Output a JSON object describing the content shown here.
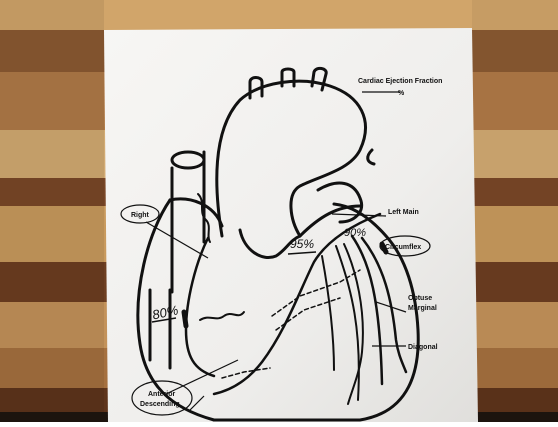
{
  "labels": {
    "title": "Cardiac Ejection Fraction",
    "blank_suffix": "%",
    "right": "Right",
    "left_main": "Left Main",
    "circumflex": "Circumflex",
    "obtuse_line1": "Obtuse",
    "obtuse_line2": "Marginal",
    "diagonal": "Diagonal",
    "anterior_line1": "Anterior",
    "anterior_line2": "Descending"
  },
  "handwritten": {
    "right_stenosis": "80%",
    "lad_stenosis": "95%",
    "circumflex_stenosis": "90%"
  },
  "colors": {
    "wood_light": "#c79a5e",
    "wood_dark": "#6e3f20",
    "paper": "#f4f3f1",
    "ink": "#111111"
  }
}
